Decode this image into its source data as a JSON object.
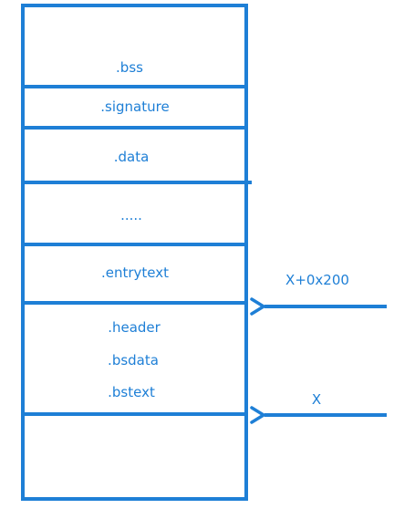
{
  "colors": {
    "stroke": "#1e7fd6",
    "text": "#1e7fd6",
    "background": "#ffffff"
  },
  "sections": [
    {
      "label": ".bss"
    },
    {
      "label": ".signature"
    },
    {
      "label": ".data"
    },
    {
      "label": "....."
    },
    {
      "label": ".entrytext"
    },
    {
      "label_lines": [
        ".header",
        ".bsdata",
        ".bstext"
      ]
    },
    {
      "label": ""
    }
  ],
  "pointers": [
    {
      "label": "X+0x200"
    },
    {
      "label": "X"
    }
  ]
}
